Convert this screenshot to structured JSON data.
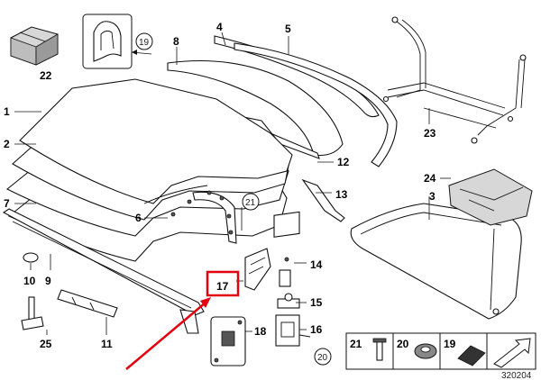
{
  "callouts": {
    "c1": "1",
    "c2": "2",
    "c3": "3",
    "c4": "4",
    "c5": "5",
    "c6": "6",
    "c7": "7",
    "c8": "8",
    "c9": "9",
    "c10": "10",
    "c11": "11",
    "c12": "12",
    "c13": "13",
    "c14": "14",
    "c15": "15",
    "c16": "16",
    "c17": "17",
    "c18": "18",
    "c19": "19",
    "c20": "20",
    "c21": "21",
    "c22": "22",
    "c23": "23",
    "c24": "24",
    "c25": "25",
    "c21b": "21",
    "c19b": "19",
    "c20b": "20"
  },
  "legend": {
    "n21": "21",
    "n20": "20",
    "n19": "19"
  },
  "drawing_number": "320204",
  "colors": {
    "highlight": "#e3000f",
    "ink": "#111111"
  }
}
